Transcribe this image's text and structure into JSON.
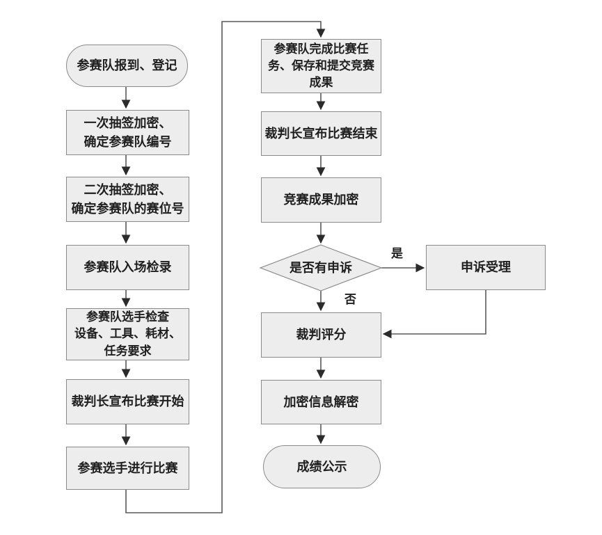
{
  "diagram": {
    "title": "competition-process-flowchart",
    "colors": {
      "background": "#ffffff",
      "node_fill": "#ededed",
      "node_border": "#8a8a8a",
      "line": "#595959",
      "arrow": "#2b2b2b",
      "text": "#1f1f1f"
    },
    "nodes": {
      "start": "参赛队报到、登记",
      "draw_first": "一次抽签加密、\n确定参赛队编号",
      "draw_second": "二次抽签加密、\n确定参赛队的赛位号",
      "check_in": "参赛队入场检录",
      "inspect": "参赛队选手检查\n设备、工具、耗材、\n任务要求",
      "announce_start": "裁判长宣布比赛开始",
      "compete": "参赛选手进行比赛",
      "finish_submit": "参赛队完成比赛任\n务、保存和提交竞赛\n成果",
      "announce_end": "裁判长宣布比赛结束",
      "encrypt_results": "竞赛成果加密",
      "appeal_decision": "是否有申诉",
      "appeal_accept": "申诉受理",
      "judge_score": "裁判评分",
      "decrypt_info": "加密信息解密",
      "publish_results": "成绩公示"
    },
    "edge_labels": {
      "yes": "是",
      "no": "否"
    }
  }
}
